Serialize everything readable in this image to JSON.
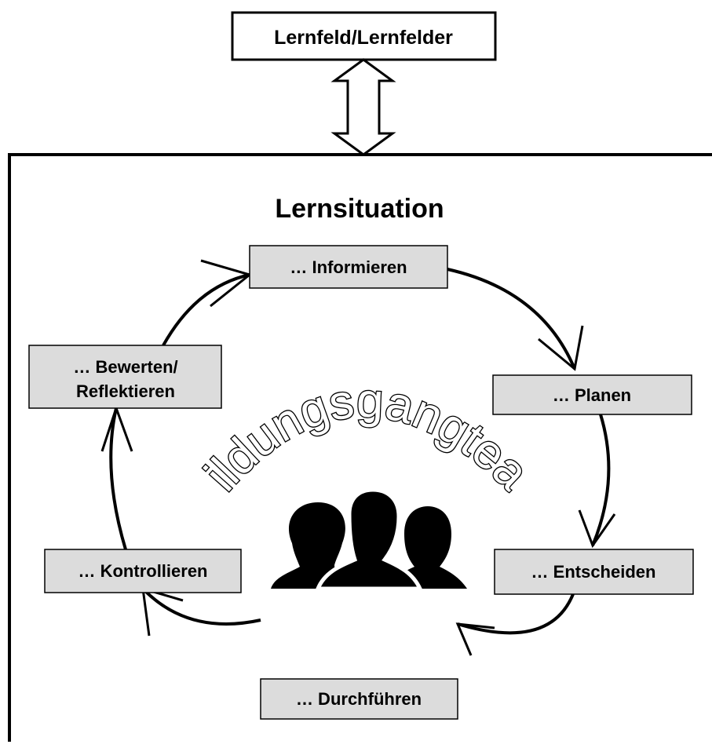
{
  "top_box": {
    "label": "Lernfeld/Lernfelder"
  },
  "frame": {
    "title": "Lernsituation"
  },
  "center": {
    "label": "Bildungsgangteam",
    "icon": "people-group-icon"
  },
  "steps": [
    {
      "label": "… Informieren"
    },
    {
      "label": "… Planen"
    },
    {
      "label": "… Entscheiden"
    },
    {
      "label": "… Durchführen"
    },
    {
      "label": "… Kontrollieren"
    },
    {
      "label_line1": "… Bewerten/",
      "label_line2": "Reflektieren"
    }
  ]
}
